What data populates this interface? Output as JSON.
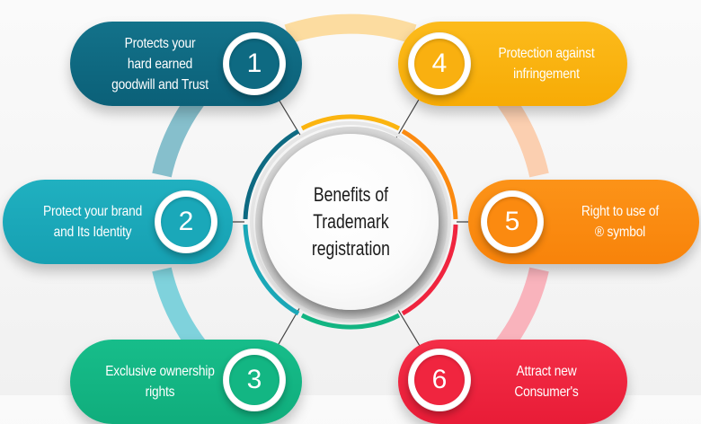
{
  "center": {
    "title_line1": "Benefits of",
    "title_line2": "Trademark",
    "title_line3": "registration"
  },
  "benefits": [
    {
      "number": "1",
      "line1": "Protects your",
      "line2": "hard earned",
      "line3": "goodwill and Trust",
      "color": "#0e6a82"
    },
    {
      "number": "2",
      "line1": "Protect your brand",
      "line2": "and Its Identity",
      "color": "#1ba8b8"
    },
    {
      "number": "3",
      "line1": "Exclusive ownership",
      "line2": "rights",
      "color": "#13b683"
    },
    {
      "number": "4",
      "line1": "Protection against",
      "line2": "infringement",
      "color": "#fbb40f"
    },
    {
      "number": "5",
      "line1": "Right to use of",
      "line2": "® symbol",
      "color": "#fb8a10"
    },
    {
      "number": "6",
      "line1": "Attract new",
      "line2": "Consumer's",
      "color": "#f0253f"
    }
  ],
  "ring_colors": {
    "teal_dark": "#0e6a82",
    "teal": "#1ba8b8",
    "green": "#13b683",
    "amber": "#fbb40f",
    "orange": "#fb8a10",
    "red": "#f0253f"
  }
}
